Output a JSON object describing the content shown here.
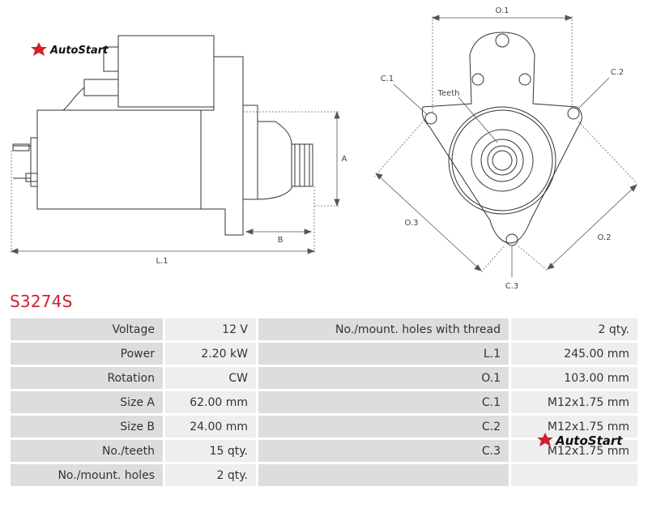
{
  "brand": {
    "name": "AutoStart",
    "accent": "#d0202e"
  },
  "drawing": {
    "labels": {
      "length": "L.1",
      "height_a": "A",
      "depth_b": "B",
      "mount_o1": "O.1",
      "mount_o2": "O.2",
      "mount_o3": "O.3",
      "hole_c1": "C.1",
      "hole_c2": "C.2",
      "hole_c3": "C.3",
      "teeth": "Teeth"
    }
  },
  "part_number": "S3274S",
  "specs": {
    "left": [
      {
        "label": "Voltage",
        "value": "12 V"
      },
      {
        "label": "Power",
        "value": "2.20 kW"
      },
      {
        "label": "Rotation",
        "value": "CW"
      },
      {
        "label": "Size A",
        "value": "62.00 mm"
      },
      {
        "label": "Size B",
        "value": "24.00 mm"
      },
      {
        "label": "No./teeth",
        "value": "15 qty."
      },
      {
        "label": "No./mount. holes",
        "value": "2 qty."
      }
    ],
    "right": [
      {
        "label": "No./mount. holes with thread",
        "value": "2 qty."
      },
      {
        "label": "L.1",
        "value": "245.00 mm"
      },
      {
        "label": "O.1",
        "value": "103.00 mm"
      },
      {
        "label": "C.1",
        "value": "M12x1.75 mm"
      },
      {
        "label": "C.2",
        "value": "M12x1.75 mm"
      },
      {
        "label": "C.3",
        "value": "M12x1.75 mm"
      },
      {
        "label": "",
        "value": ""
      }
    ]
  }
}
